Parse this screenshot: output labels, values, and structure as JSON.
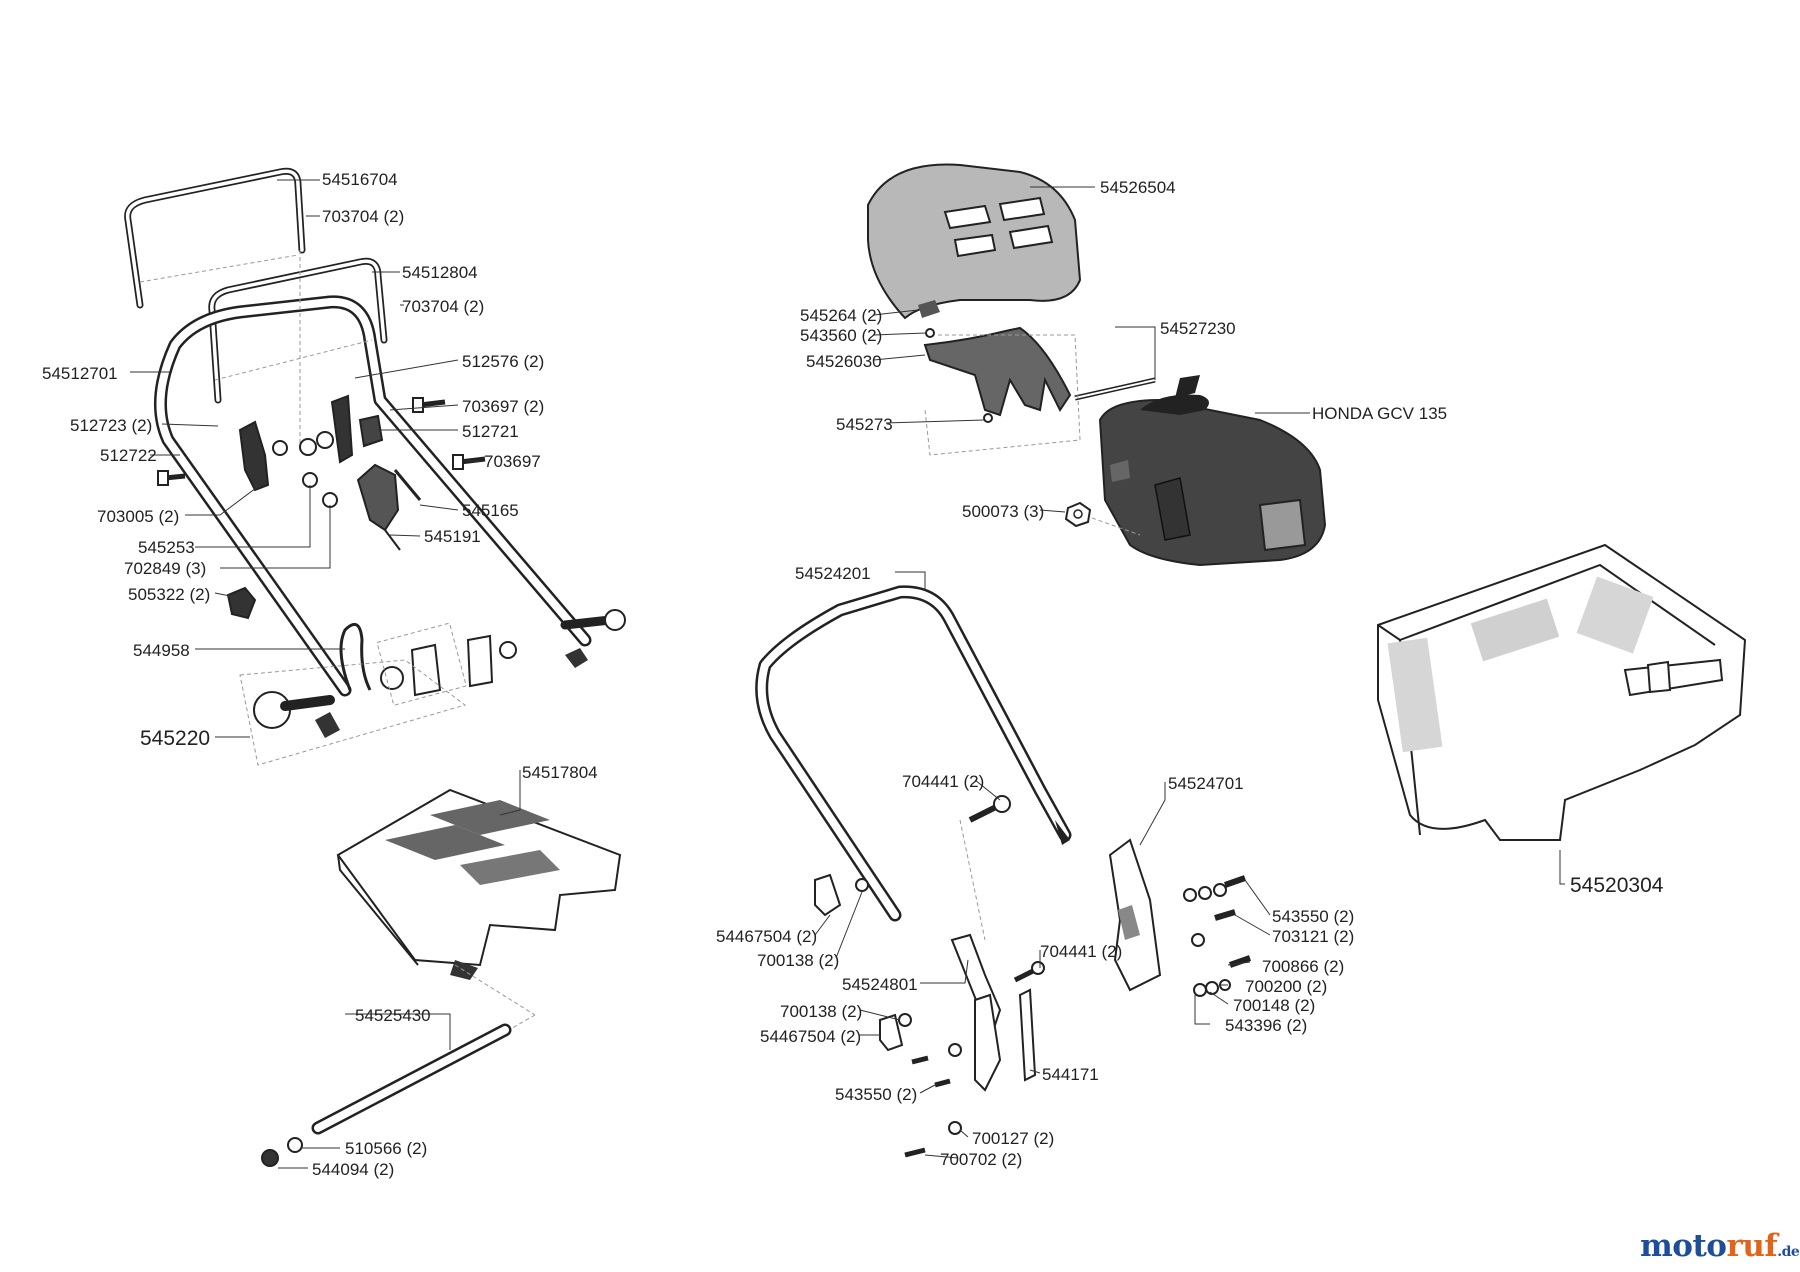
{
  "labels": {
    "l54516704": "54516704",
    "l703704a": "703704 (2)",
    "l54512804": "54512804",
    "l703704b": "703704 (2)",
    "l54512701": "54512701",
    "l512576": "512576 (2)",
    "l512723": "512723 (2)",
    "l703697a": "703697 (2)",
    "l512721": "512721",
    "l512722": "512722",
    "l703697b": "703697",
    "l703005": "703005 (2)",
    "l545165": "545165",
    "l545253": "545253",
    "l545191": "545191",
    "l702849": "702849 (3)",
    "l505322": "505322 (2)",
    "l544958": "544958",
    "l545220": "545220",
    "l54517804": "54517804",
    "l54525430": "54525430",
    "l510566": "510566 (2)",
    "l544094": "544094 (2)",
    "l54526504": "54526504",
    "l545264": "545264 (2)",
    "l543560": "543560 (2)",
    "l54527230": "54527230",
    "l54526030": "54526030",
    "l545273": "545273",
    "lhonda": "HONDA GCV 135",
    "l500073": "500073 (3)",
    "l54524201": "54524201",
    "l704441a": "704441 (2)",
    "l54524701": "54524701",
    "l54520304": "54520304",
    "l54467504a": "54467504 (2)",
    "l700138a": "700138 (2)",
    "l704441b": "704441 (2)",
    "l543550a": "543550 (2)",
    "l703121": "703121 (2)",
    "l54524801": "54524801",
    "l700866": "700866 (2)",
    "l700200": "700200 (2)",
    "l700138b": "700138 (2)",
    "l700148": "700148 (2)",
    "l543396": "543396 (2)",
    "l54467504b": "54467504 (2)",
    "l544171": "544171",
    "l543550b": "543550 (2)",
    "l700127": "700127 (2)",
    "l700702": "700702 (2)"
  },
  "logo": {
    "part1": "moto",
    "part2": "ruf",
    "suffix": ".de"
  }
}
